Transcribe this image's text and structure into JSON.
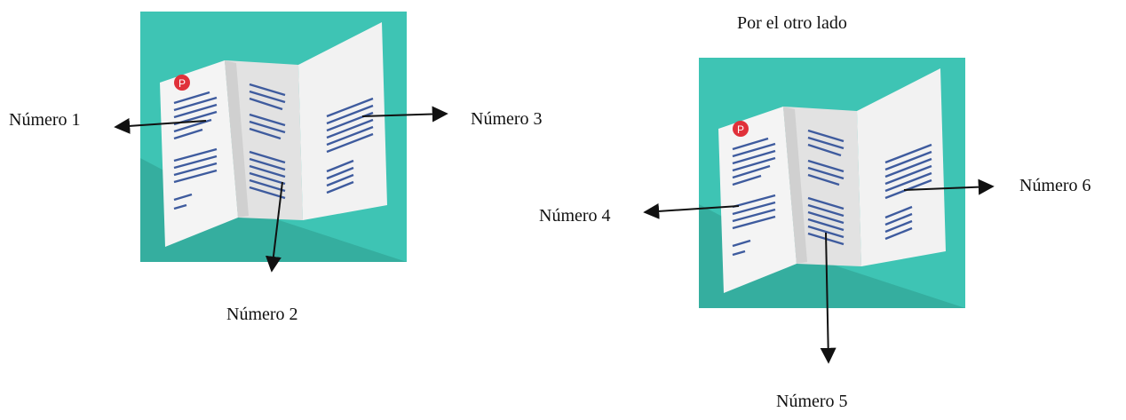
{
  "subtitle": "Por el otro lado",
  "labels": {
    "n1": "Número 1",
    "n2": "Número 2",
    "n3": "Número 3",
    "n4": "Número 4",
    "n5": "Número 5",
    "n6": "Número 6"
  },
  "colors": {
    "teal_background": "#3EC4B4",
    "paper": "#F1F1F1",
    "paper_shadow": "#DADADA",
    "text_lines": "#3E5B9E",
    "logo": "#E0313A",
    "arrow": "#111111"
  }
}
